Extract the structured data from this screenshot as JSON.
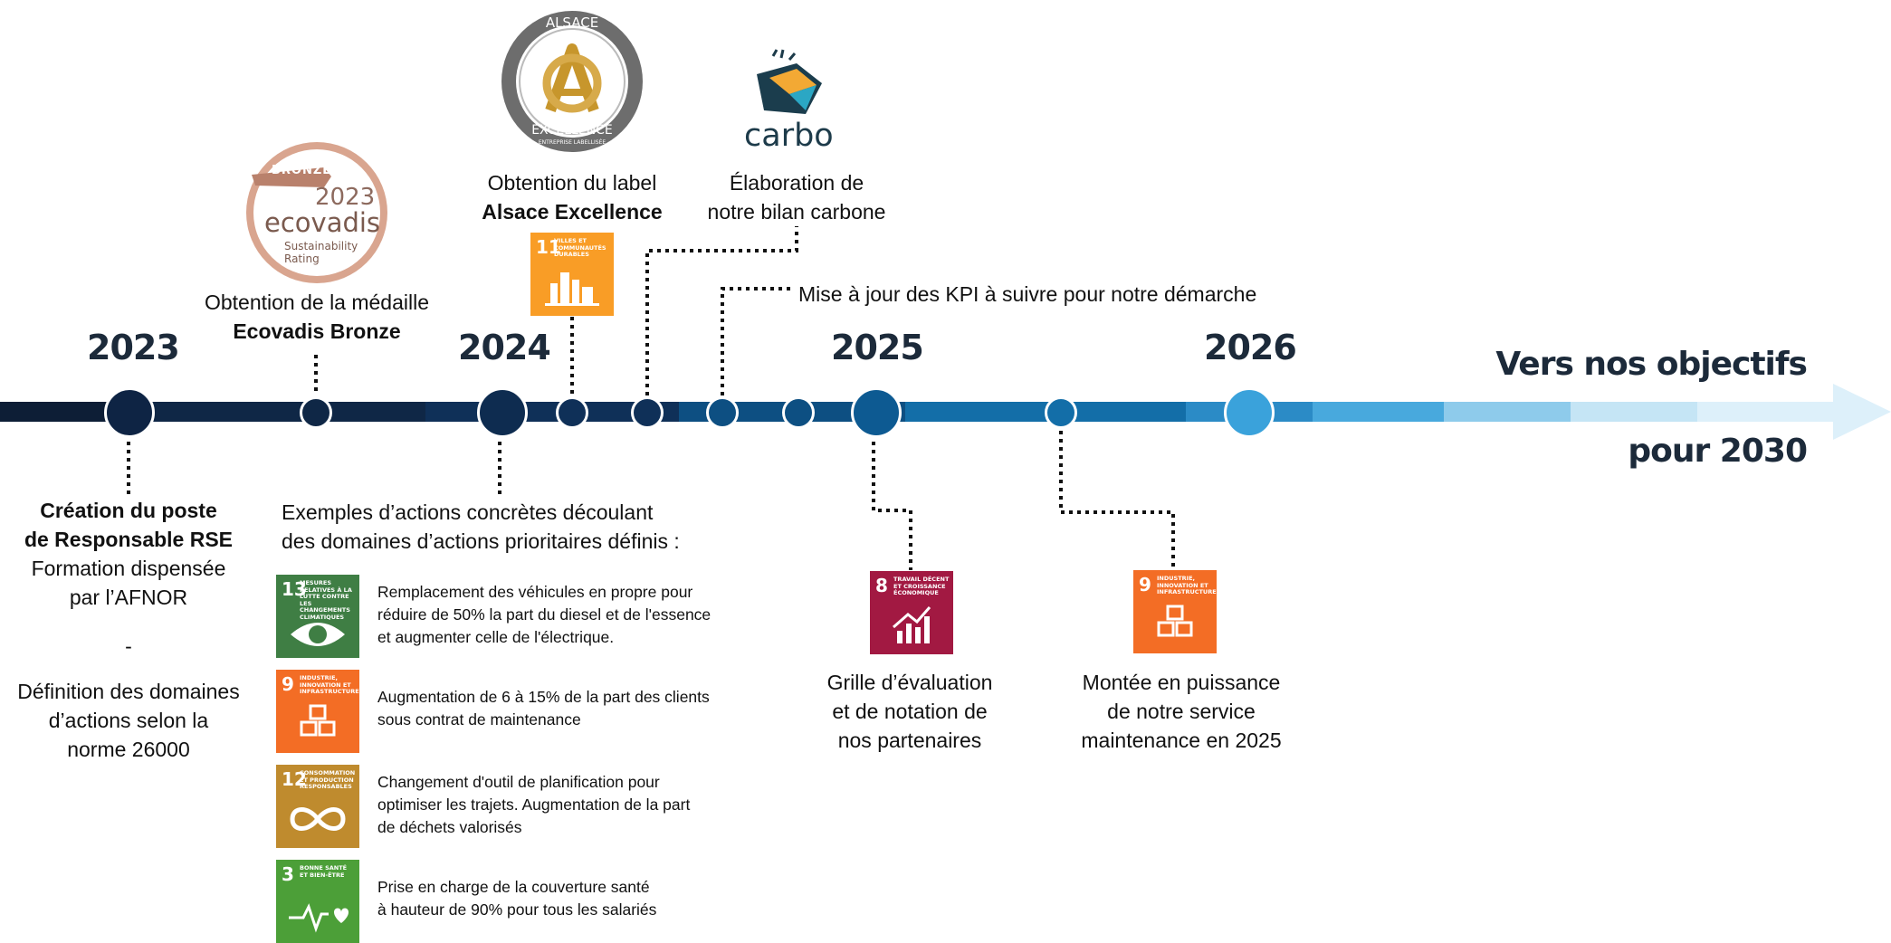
{
  "years": {
    "y2023": "2023",
    "y2024": "2024",
    "y2025": "2025",
    "y2026": "2026"
  },
  "objective": {
    "line1": "Vers nos objectifs",
    "line2": "pour 2030"
  },
  "badges": {
    "ecovadis": {
      "top": "BRONZE",
      "year": "2023",
      "brand": "ecovadis",
      "sub1": "Sustainability",
      "sub2": "Rating"
    },
    "alsace": {
      "top": "ALSACE",
      "middle": "EXCELLENCE",
      "bottom": "ENTREPRISE LABELLISÉE"
    },
    "carbo": {
      "brand": "carbo"
    }
  },
  "milestones": {
    "ecovadis": {
      "line1": "Obtention de la médaille",
      "line2": "Ecovadis Bronze"
    },
    "alsace": {
      "line1": "Obtention du label",
      "line2": "Alsace Excellence"
    },
    "carbone": {
      "line1": "Élaboration de",
      "line2": "notre bilan carbone"
    },
    "kpi": "Mise à jour des KPI à suivre pour notre démarche",
    "rse": {
      "line1": "Création du poste",
      "line2": "de Responsable RSE",
      "line3": "Formation dispensée",
      "line4": "par l’AFNOR",
      "sep": "-",
      "line5": "Définition des domaines",
      "line6": "d’actions selon la",
      "line7": "norme 26000"
    },
    "exemples": {
      "line1": "Exemples d’actions concrètes découlant",
      "line2": "des domaines d’actions prioritaires définis :"
    },
    "grille": {
      "line1": "Grille d’évaluation",
      "line2": "et de notation de",
      "line3": "nos partenaires"
    },
    "maintenance": {
      "line1": "Montée en puissance",
      "line2": "de notre service",
      "line3": "maintenance en 2025"
    }
  },
  "actions": [
    {
      "l1": "Remplacement des véhicules en propre pour",
      "l2": "réduire de 50% la part du diesel et de l'essence",
      "l3": "et augmenter celle de l'électrique."
    },
    {
      "l1": "Augmentation de 6 à 15% de la part des clients",
      "l2": "sous contrat de maintenance",
      "l3": ""
    },
    {
      "l1": "Changement d'outil de planification pour",
      "l2": "optimiser les trajets. Augmentation de la part",
      "l3": "de déchets valorisés"
    },
    {
      "l1": "Prise en charge de la couverture santé",
      "l2": "à hauteur de 90% pour tous les salariés",
      "l3": ""
    }
  ],
  "sdg": {
    "s11": {
      "num": "11",
      "label": "VILLES ET COMMUNAUTÉS DURABLES",
      "color": "#f99d26"
    },
    "s13": {
      "num": "13",
      "label": "MESURES RELATIVES À LA LUTTE CONTRE LES CHANGEMENTS CLIMATIQUES",
      "color": "#3f7e44"
    },
    "s9a": {
      "num": "9",
      "label": "INDUSTRIE, INNOVATION ET INFRASTRUCTURE",
      "color": "#f36d25"
    },
    "s12": {
      "num": "12",
      "label": "CONSOMMATION ET PRODUCTION RESPONSABLES",
      "color": "#bf8b2e"
    },
    "s3": {
      "num": "3",
      "label": "BONNE SANTÉ ET BIEN-ÊTRE",
      "color": "#4c9f38"
    },
    "s8": {
      "num": "8",
      "label": "TRAVAIL DÉCENT ET CROISSANCE ÉCONOMIQUE",
      "color": "#a21942"
    },
    "s9b": {
      "num": "9",
      "label": "INDUSTRIE, INNOVATION ET INFRASTRUCTURE",
      "color": "#f36d25"
    }
  }
}
